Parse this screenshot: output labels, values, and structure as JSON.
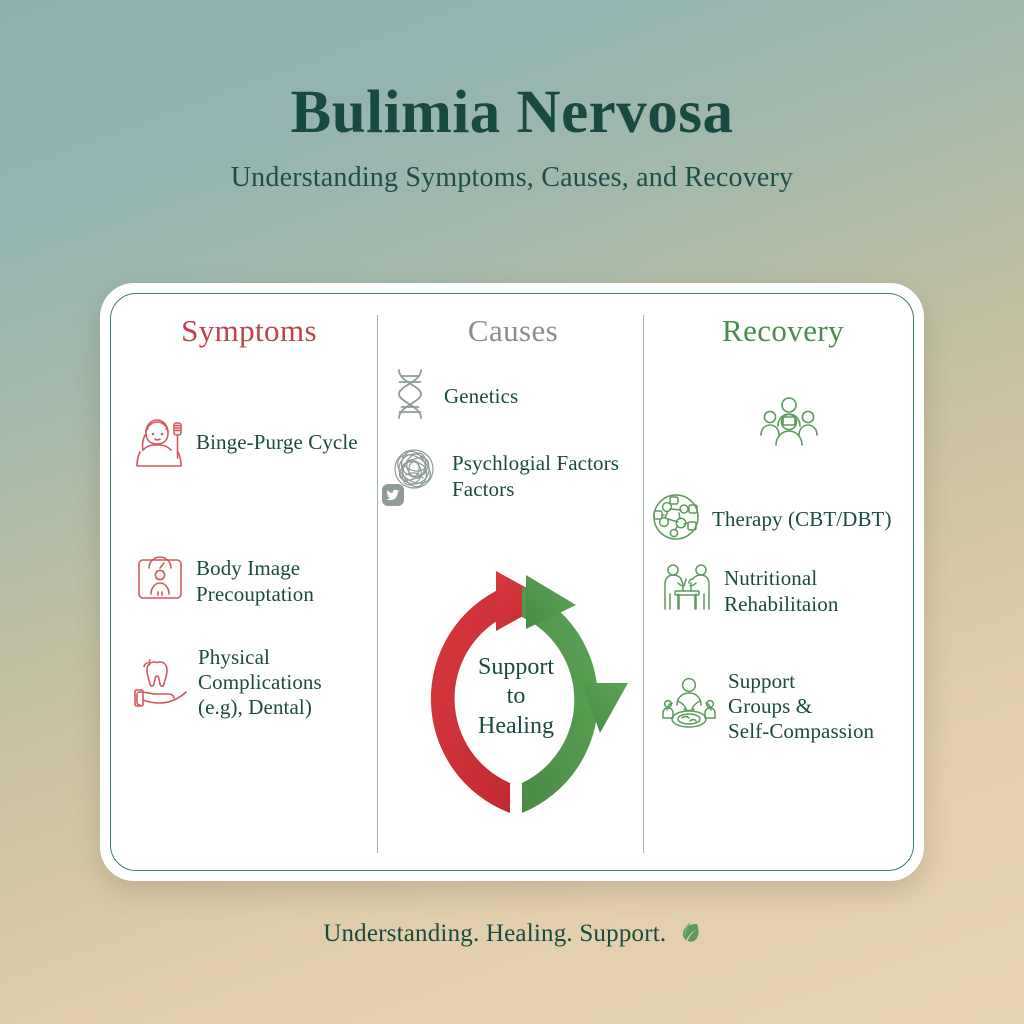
{
  "header": {
    "title": "Bulimia Nervosa",
    "subtitle": "Understanding Symptoms, Causes, and Recovery"
  },
  "colors": {
    "symptoms_accent": "#c0434a",
    "causes_accent": "#8d8d8d",
    "recovery_accent": "#4d8a50",
    "text_dark_teal": "#1b4a42",
    "cycle_red": "#cf3339",
    "cycle_green": "#55974f",
    "card_background": "#ffffff",
    "card_border": "#3d7d72",
    "background_top": "#8fb1b0",
    "background_bottom": "#e6d3b2"
  },
  "columns": {
    "symptoms": {
      "heading": "Symptoms",
      "items": [
        {
          "label": "Binge-Purge Cycle",
          "icon": "person-toothbrush-icon"
        },
        {
          "label": "Body Image\nPrecouptation",
          "icon": "body-scale-person-icon"
        },
        {
          "label": "Physical\nComplications\n(e.g), Dental)",
          "icon": "hand-tooth-icon"
        }
      ]
    },
    "causes": {
      "heading": "Causes",
      "items": [
        {
          "label": "Genetics",
          "icon": "dna-helix-icon"
        },
        {
          "label": "Psychlogial Factors\nFactors",
          "icon": "tangled-thoughts-icon",
          "badge_icon": "bird-badge-icon"
        }
      ],
      "cycle": {
        "text": "Support\nto\nHealing",
        "arcs": [
          {
            "name": "struggle-arc",
            "color": "#cf3339"
          },
          {
            "name": "healing-arc",
            "color": "#55974f"
          }
        ]
      }
    },
    "recovery": {
      "heading": "Recovery",
      "items": [
        {
          "label": "",
          "icon": "group-people-icon"
        },
        {
          "label": "Therapy (CBT/DBT)",
          "icon": "brain-network-icon"
        },
        {
          "label": "Nutritional\nRehabilitaion",
          "icon": "meal-together-icon"
        },
        {
          "label": "Support\nGroups &\nSelf-Compassion",
          "icon": "support-circle-icon"
        }
      ]
    }
  },
  "footer": {
    "tagline": "Understanding. Healing. Support.",
    "leaf_icon": "leaf-icon"
  }
}
